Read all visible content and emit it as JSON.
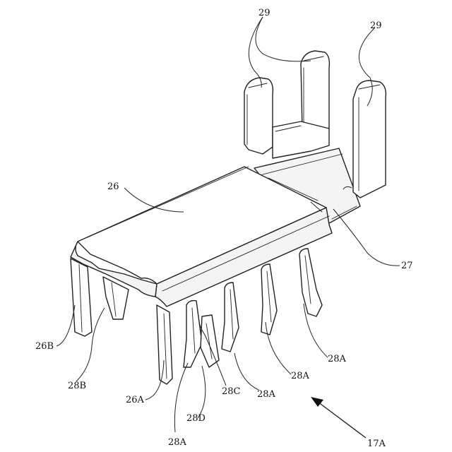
{
  "labels": {
    "l29a": "29",
    "l29b": "29",
    "l26": "26",
    "l27": "27",
    "l26B": "26B",
    "l28B": "28B",
    "l26A": "26A",
    "l28D": "28D",
    "l28A_bottom": "28A",
    "l28C": "28C",
    "l28A_c": "28A",
    "l28A_d": "28A",
    "l28A_e": "28A",
    "l17A": "17A"
  }
}
